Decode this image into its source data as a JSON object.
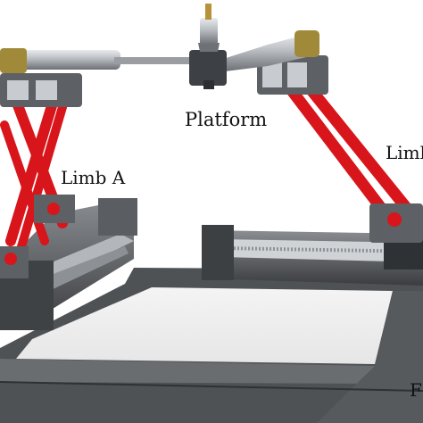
{
  "labels": {
    "platform": "Platform",
    "limb_a": "Limb A",
    "limb_b_partial": "Limb",
    "frame_partial": "F"
  },
  "colors": {
    "link_red": "#d8151b",
    "frame_dark": "#5b5e61",
    "metal_light": "#c9ccd0",
    "brass": "#a08a3a"
  }
}
